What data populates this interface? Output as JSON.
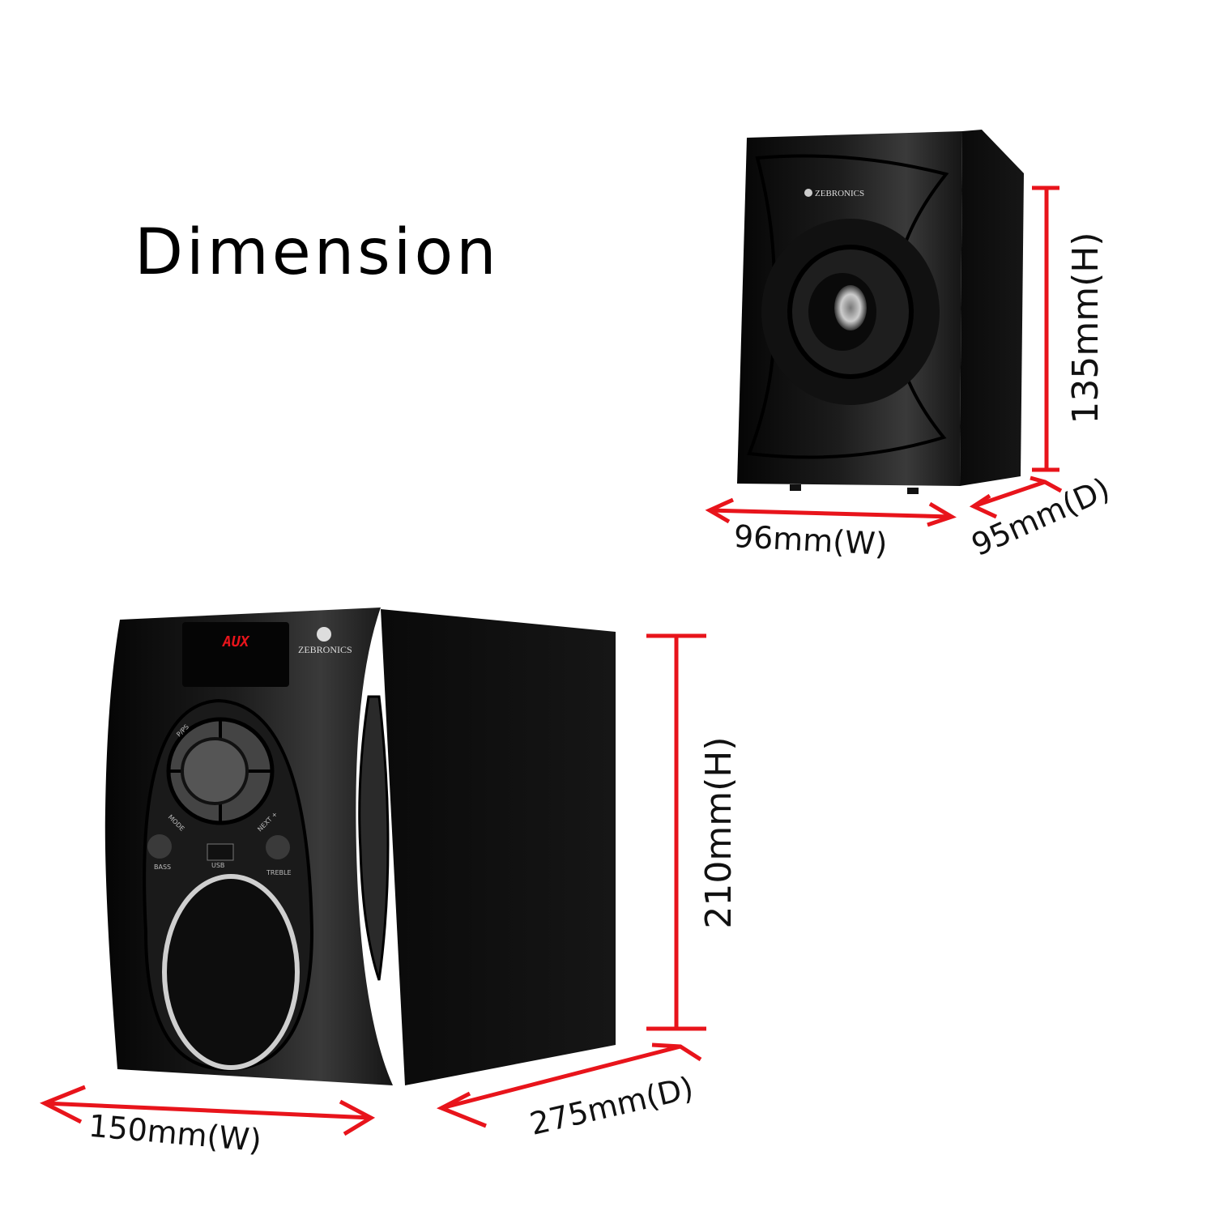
{
  "title": "Dimension",
  "colors": {
    "dimension_line": "#e8141b",
    "speaker_body": "#0d0d0d"
  },
  "satellite": {
    "brand": "ZEBRONICS",
    "height": "135mm(H)",
    "width": "96mm(W)",
    "depth": "95mm(D)"
  },
  "subwoofer": {
    "brand": "ZEBRONICS",
    "display": "AUX",
    "controls": {
      "top": "P/PS",
      "left": "MODE",
      "right": "NEXT +",
      "bass": "BASS",
      "usb": "USB",
      "treble": "TREBLE"
    },
    "height": "210mm(H)",
    "width": "150mm(W)",
    "depth": "275mm(D)"
  }
}
